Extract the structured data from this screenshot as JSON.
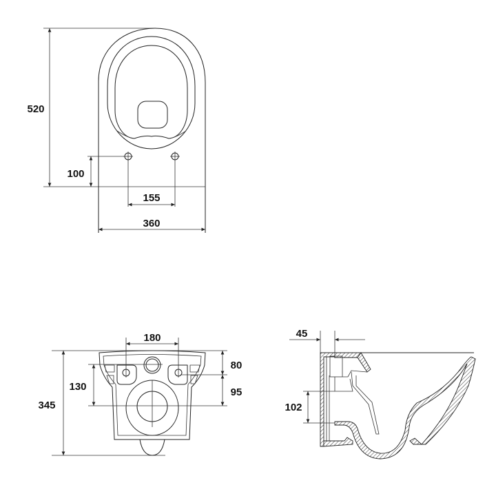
{
  "top_view": {
    "depth": "520",
    "hole_offset": "100",
    "hole_spacing": "155",
    "width": "360"
  },
  "front_view": {
    "bolt_spacing": "180",
    "height": "345",
    "inlet_to_outlet": "130",
    "top_to_bolts": "80",
    "bolts_to_outlet": "95"
  },
  "side_view": {
    "wall_offset": "45",
    "outlet_height": "102"
  },
  "colors": {
    "line": "#222222",
    "background": "#ffffff"
  }
}
